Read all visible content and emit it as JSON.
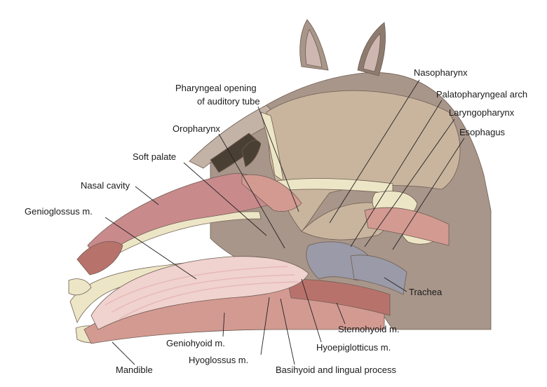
{
  "colors": {
    "skin": "#a8968a",
    "skin_dark": "#8e7b70",
    "skin_light": "#c3b2a6",
    "pharynx": "#c9b59e",
    "muscle": "#d39a92",
    "muscle_dark": "#b8726c",
    "tongue": "#f0d2cf",
    "tongue_stripe": "#e6b8b4",
    "nasal": "#c98a8c",
    "bone": "#ede6c6",
    "cartilage": "#9a9aa8",
    "ear_inner": "#cdb7b0",
    "sinus": "#4a3f33"
  },
  "labels": {
    "nasopharynx": "Nasopharynx",
    "pharyngeal_opening_1": "Pharyngeal opening",
    "pharyngeal_opening_2": "of auditory tube",
    "palatopharyngeal_arch": "Palatopharyngeal arch",
    "laryngopharynx": "Laryngopharynx",
    "oropharynx": "Oropharynx",
    "esophagus": "Esophagus",
    "soft_palate": "Soft palate",
    "nasal_cavity": "Nasal cavity",
    "genioglossus": "Genioglossus m.",
    "trachea": "Trachea",
    "sternohyoid": "Sternohyoid m.",
    "geniohyoid": "Geniohyoid m.",
    "hyoepiglotticus": "Hyoepiglotticus m.",
    "hyoglossus": "Hyoglossus m.",
    "mandible": "Mandible",
    "basihyoid": "Basihyoid and lingual process"
  }
}
